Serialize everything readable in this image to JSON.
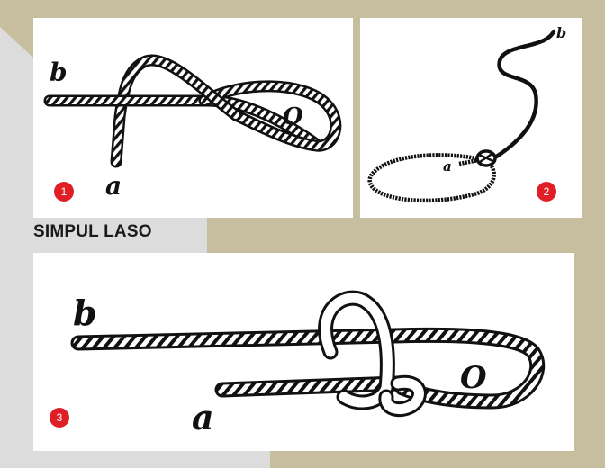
{
  "title": "SIMPUL LASO",
  "colors": {
    "background": "#c7bd9f",
    "gray_shape": "#dcdcdc",
    "panel": "#ffffff",
    "badge": "#e01e26",
    "rope": "#111111"
  },
  "panels": [
    {
      "badge": "1",
      "labels": {
        "end_b": "b",
        "end_a": "a",
        "loop": "O"
      }
    },
    {
      "badge": "2",
      "labels": {
        "end_b": "b",
        "end_a": "a"
      }
    },
    {
      "badge": "3",
      "labels": {
        "end_b": "b",
        "end_a": "a",
        "loop": "O"
      }
    }
  ]
}
